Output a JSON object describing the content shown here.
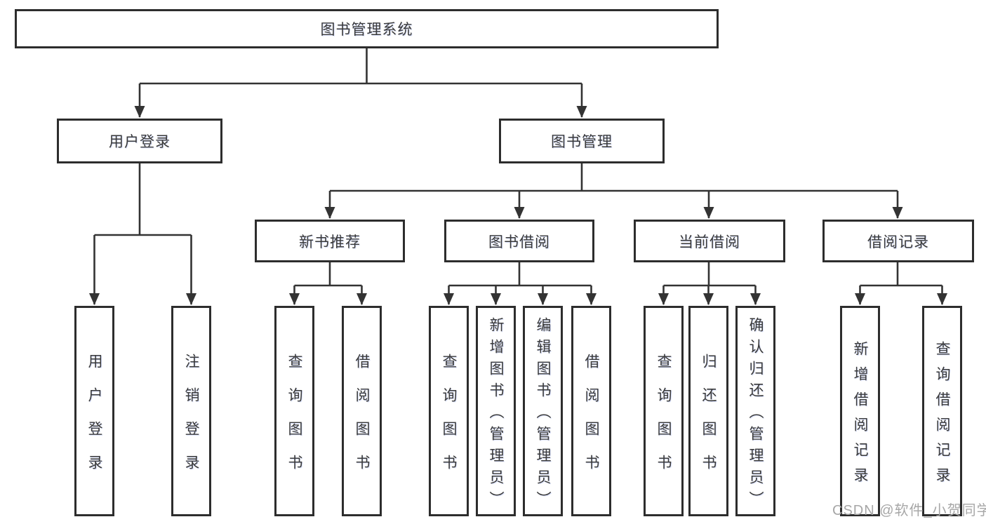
{
  "nodes": {
    "root": "图书管理系统",
    "user_login": "用户登录",
    "book_mgmt": "图书管理",
    "new_book_rec": "新书推荐",
    "book_borrow": "图书借阅",
    "current_borrow": "当前借阅",
    "borrow_records": "借阅记录",
    "leaf_user_login": "用户登录",
    "leaf_logout": "注销登录",
    "rec_query_book": "查询图书",
    "rec_borrow_book": "借阅图书",
    "bb_query_book": "查询图书",
    "bb_add_book": "新增图书（管理员）",
    "bb_edit_book": "编辑图书（管理员）",
    "bb_borrow_book": "借阅图书",
    "cb_query_book": "查询图书",
    "cb_return_book": "归还图书",
    "cb_confirm_return": "确认归还（管理员）",
    "br_add_record": "新增借阅记录",
    "br_query_record": "查询借阅记录"
  },
  "hierarchy": {
    "root": "图书管理系统",
    "children": [
      {
        "label": "用户登录",
        "children": [
          "用户登录",
          "注销登录"
        ]
      },
      {
        "label": "图书管理",
        "children": [
          {
            "label": "新书推荐",
            "children": [
              "查询图书",
              "借阅图书"
            ]
          },
          {
            "label": "图书借阅",
            "children": [
              "查询图书",
              "新增图书（管理员）",
              "编辑图书（管理员）",
              "借阅图书"
            ]
          },
          {
            "label": "当前借阅",
            "children": [
              "查询图书",
              "归还图书",
              "确认归还（管理员）"
            ]
          },
          {
            "label": "借阅记录",
            "children": [
              "新增借阅记录",
              "查询借阅记录"
            ]
          }
        ]
      }
    ]
  },
  "watermark": {
    "text": "CSDN @软件_小贺同学"
  },
  "colors": {
    "line": "#333333",
    "box_border": "#2d2d2d",
    "box_fill": "#ffffff",
    "text": "#3a3a3a",
    "watermark": "#a7a7a7",
    "background": "#ffffff"
  }
}
